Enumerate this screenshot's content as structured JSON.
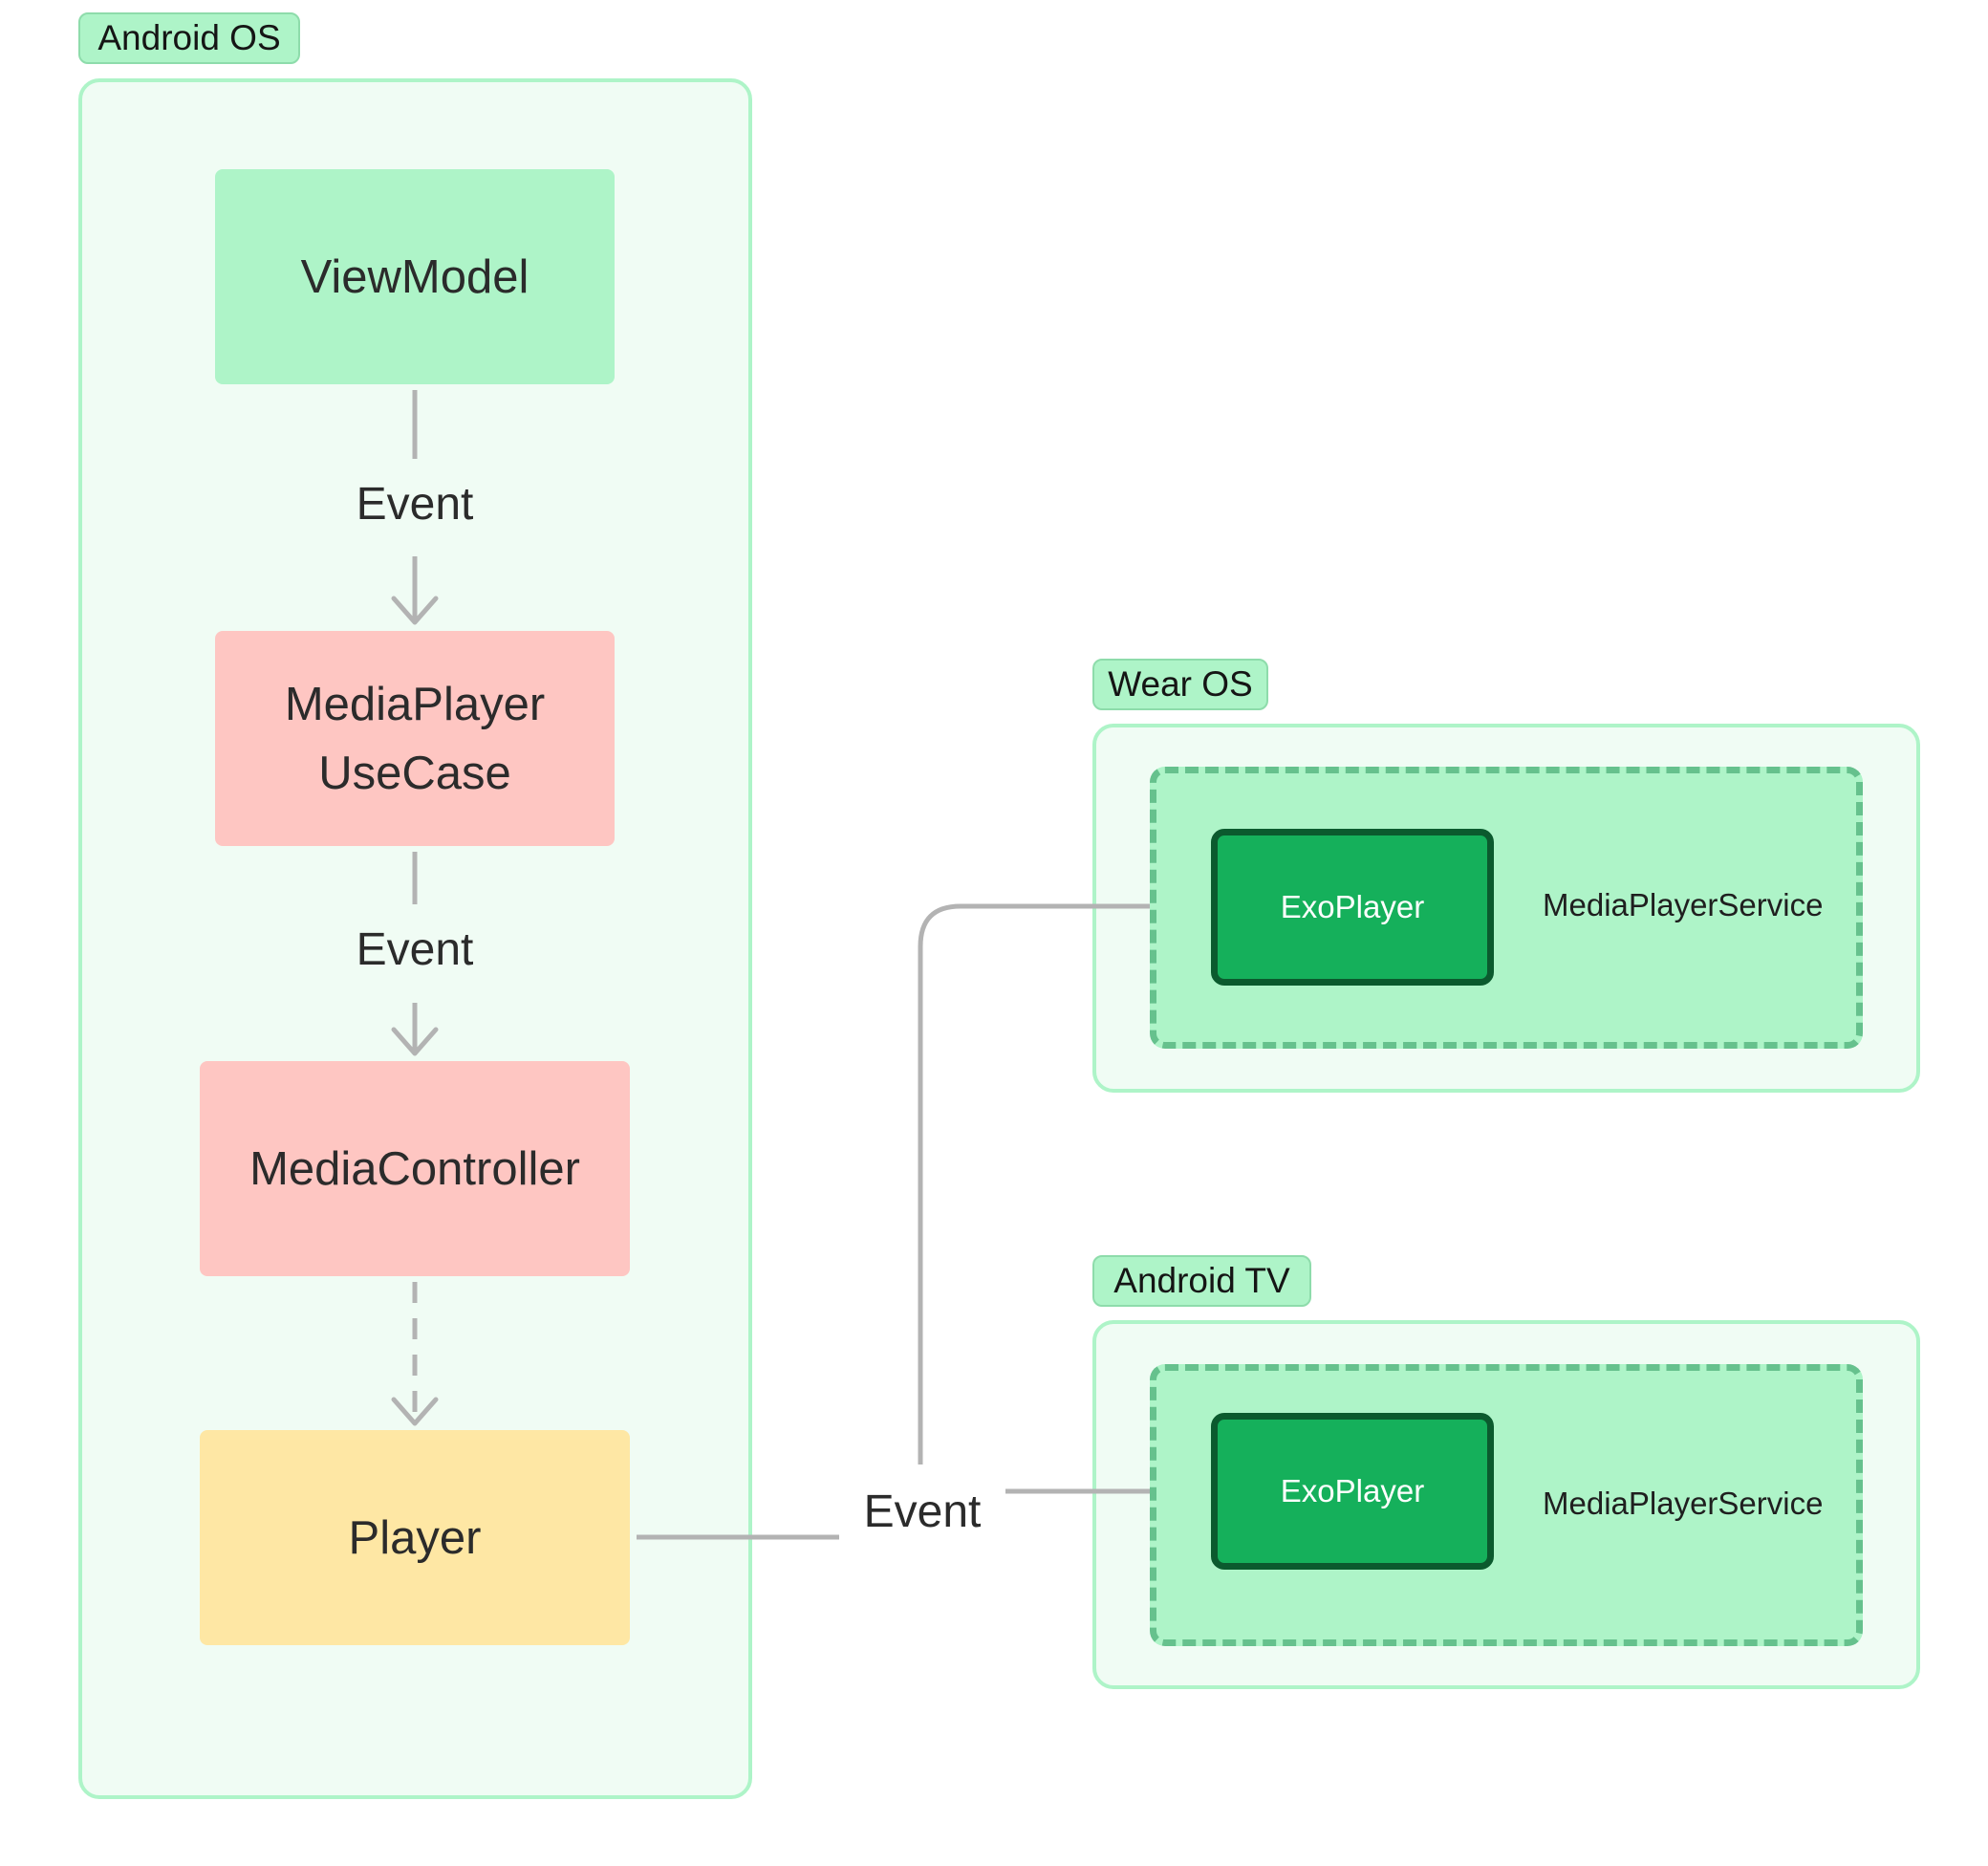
{
  "regions": {
    "android_os": {
      "tag": "Android OS"
    },
    "wear_os": {
      "tag": "Wear OS"
    },
    "android_tv": {
      "tag": "Android TV"
    }
  },
  "nodes": {
    "view_model": "ViewModel",
    "media_player_use_case": "MediaPlayer\nUseCase",
    "media_controller": "MediaController",
    "player": "Player"
  },
  "edge_labels": {
    "viewmodel_to_usecase": "Event",
    "usecase_to_controller": "Event",
    "player_to_devices": "Event"
  },
  "wear_os_service": {
    "component": "ExoPlayer",
    "service": "MediaPlayerService"
  },
  "android_tv_service": {
    "component": "ExoPlayer",
    "service": "MediaPlayerService"
  },
  "colors": {
    "region_fill": "#f0fcf4",
    "region_border": "#aef4c8",
    "node_green": "#aef4c8",
    "node_red": "#fec6c2",
    "node_yellow": "#fee7a4",
    "exoplayer_fill": "#15b05b",
    "exoplayer_border": "#0b5a2e",
    "service_dash": "#66c18d",
    "connector": "#b3b3b3"
  }
}
